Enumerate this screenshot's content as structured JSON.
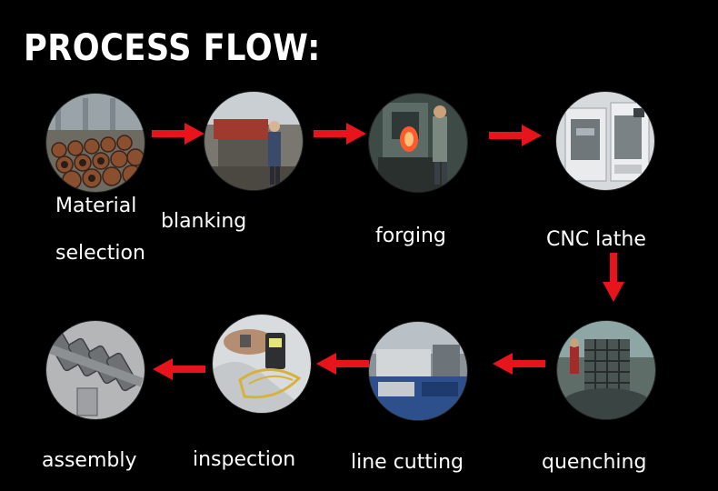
{
  "title": "PROCESS FLOW:",
  "colors": {
    "background": "#000000",
    "text": "#ffffff",
    "arrow": "#e8141b"
  },
  "steps": [
    {
      "label_line1": "Material",
      "label_line2": "selection",
      "icon": "steel-pipes-photo"
    },
    {
      "label": "blanking",
      "icon": "blanking-workshop-photo"
    },
    {
      "label": "forging",
      "icon": "forging-press-photo"
    },
    {
      "label": "CNC lathe",
      "icon": "cnc-machine-photo"
    },
    {
      "label": "quenching",
      "icon": "quenching-furnace-photo"
    },
    {
      "label": "line cutting",
      "icon": "wire-cutting-machine-photo"
    },
    {
      "label": "inspection",
      "icon": "inspection-gauge-photo"
    },
    {
      "label": "assembly",
      "icon": "crankshaft-photo"
    }
  ]
}
